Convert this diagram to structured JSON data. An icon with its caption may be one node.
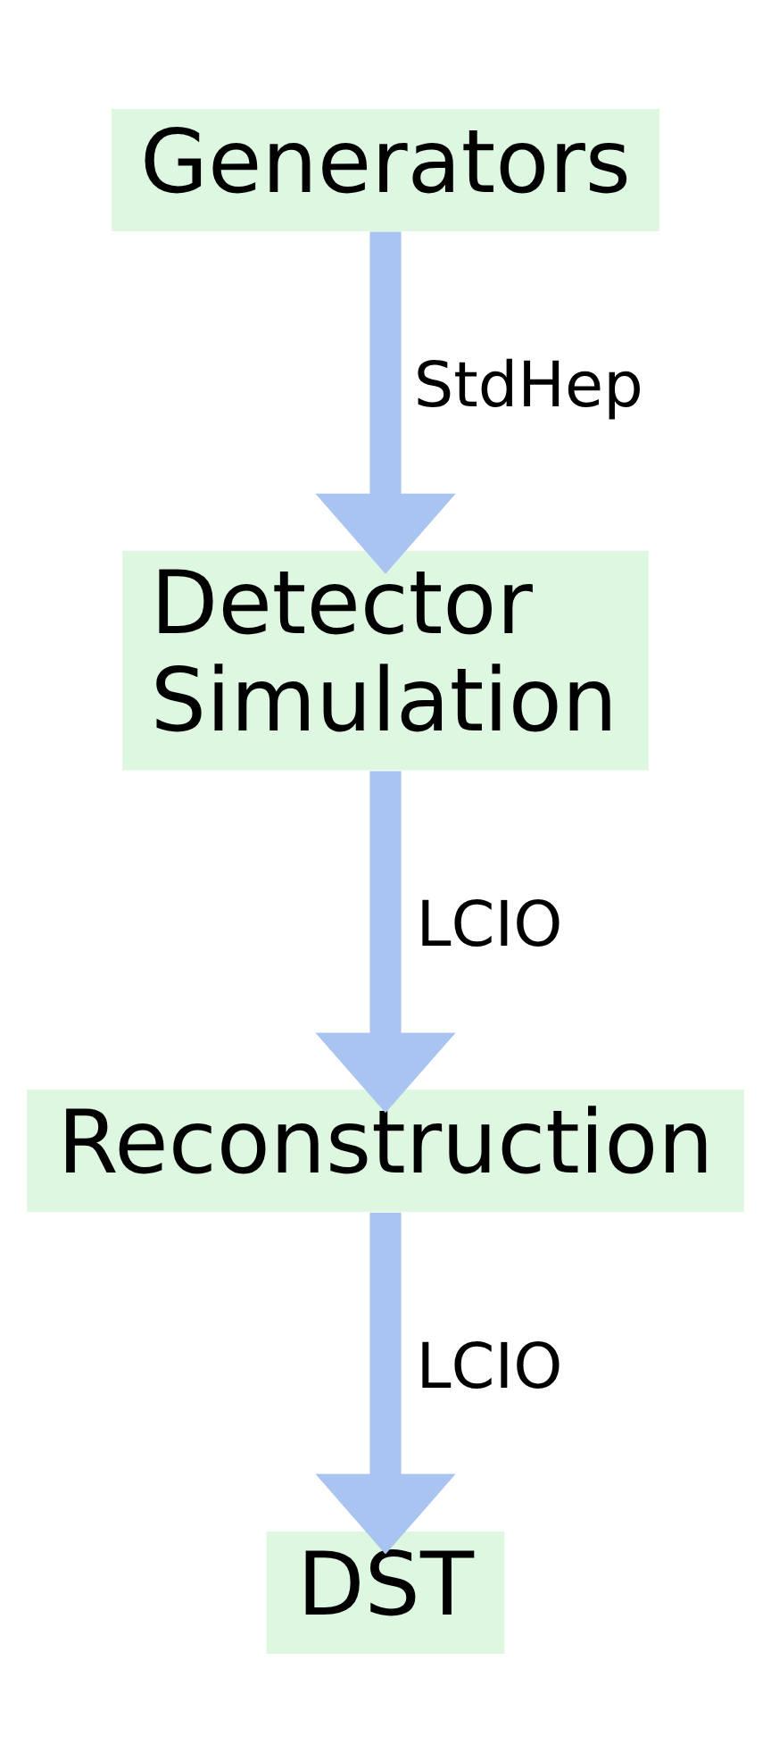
{
  "diagram": {
    "nodes": [
      {
        "text": [
          "Generators"
        ]
      },
      {
        "text": [
          "Detector Simulation"
        ]
      },
      {
        "text": [
          "Reconstruction"
        ]
      },
      {
        "text": [
          "DST"
        ]
      }
    ],
    "edges": [
      {
        "from": 0,
        "to": 1,
        "arrow": "to",
        "label": "StdHep"
      },
      {
        "from": 1,
        "to": 2,
        "arrow": "to",
        "label": "LCIO"
      },
      {
        "from": 2,
        "to": 3,
        "arrow": "to",
        "label": "LCIO"
      }
    ]
  }
}
